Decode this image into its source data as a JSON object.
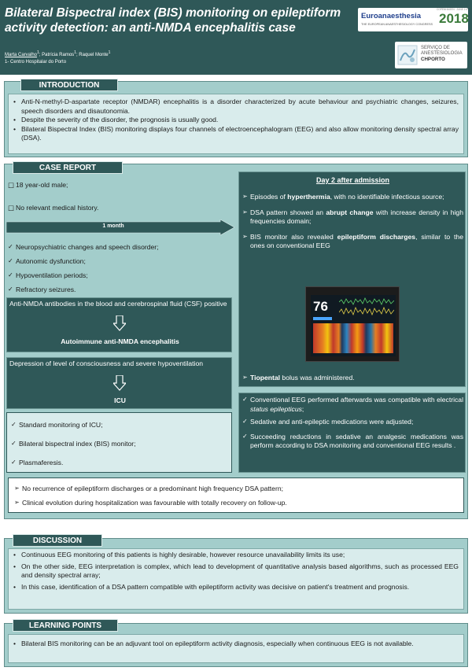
{
  "header": {
    "title": "Bilateral Bispectral index (BIS) monitoring on epileptiform activity detection: an anti-NMDA encephalitis case",
    "authors": [
      {
        "name": "Marta Carvalho",
        "sup": "1"
      },
      {
        "name": "Patrícia Ramos",
        "sup": "1"
      },
      {
        "name": "Raquel Monte",
        "sup": "1"
      }
    ],
    "author_separator": "; ",
    "affiliation": "1- Centro Hospitalar do Porto",
    "logo_euroanaesthesia": {
      "name": "Euroanaesthesia",
      "year": "2018",
      "tagline": "THE EUROPEAN ANAESTHESIOLOGY CONGRESS",
      "top_text": "COPENHAGEN · JUNE 2-4"
    },
    "logo_service": {
      "line1": "SERVIÇO DE",
      "line2": "ANESTESIOLOGIA",
      "org": "CHPORTO"
    }
  },
  "introduction": {
    "heading": "INTRODUCTION",
    "items": [
      "Anti-N-methyl-D-aspartate receptor (NMDAR) encephalitis is a disorder characterized by acute behaviour and psychiatric changes, seizures, speech disorders and disautonomia.",
      "Despite the severity of the disorder, the prognosis is usually good.",
      "Bilateral Bispectral Index (BIS) monitoring displays four channels of electroencephalogram (EEG) and also allow monitoring density spectral array (DSA)."
    ]
  },
  "case_report": {
    "heading": "CASE REPORT",
    "history": [
      "18 year-old male;",
      "No relevant medical history."
    ],
    "timeline_label": "1 month",
    "symptoms": [
      "Neuropsychiatric changes and speech disorder;",
      "Autonomic dysfunction;",
      "Hypoventilation periods;",
      "Refractory seizures."
    ],
    "antibodies_text": "Anti-NMDA antibodies in the blood and cerebrospinal fluid (CSF) positive",
    "antibodies_result": "Autoimmune anti-NMDA encephalitis",
    "consciousness_text": "Depression of level of consciousness and severe hypoventilation",
    "consciousness_result": "ICU",
    "icu_items": [
      "Standard monitoring of ICU;",
      "Bilateral bispectral index (BIS) monitor;",
      "Plasmaferesis."
    ],
    "day2": {
      "heading": "Day 2 after admission",
      "item1_pre": "Episodes of ",
      "item1_bold": "hyperthermia",
      "item1_post": ", with no identifiable infectious source;",
      "item2_pre": "DSA pattern showed an ",
      "item2_bold": "abrupt change",
      "item2_post": " with increase density in high frequencies domain;",
      "item3_pre": "BIS monitor also revealed ",
      "item3_bold": "epileptiform discharges",
      "item3_post": ", similar to the ones on conventional EEG",
      "monitor_value": "76",
      "item4_bold": "Tiopental",
      "item4_post": " bolus was administered."
    },
    "after": {
      "item1_pre": "Conventional EEG performed afterwards was compatible with electrical ",
      "item1_italic": "status epilepticus",
      "item1_post": ";",
      "item2": "Sedative and anti-epileptic medications were adjusted;",
      "item3": "Succeeding reductions in sedative an analgesic medications was perform according to DSA monitoring and conventional EEG results ."
    },
    "outcome": [
      "No recurrence of epileptiform discharges or a predominant high frequency DSA pattern;",
      "Clinical evolution during hospitalization was favourable with totally recovery on follow-up."
    ]
  },
  "discussion": {
    "heading": "DISCUSSION",
    "items": [
      "Continuous EEG monitoring of this patients is highly desirable, however resource unavailability limits its use;",
      "On the other side, EEG interpretation is complex, which lead to development of quantitative analysis based algorithms, such as processed EEG and density spectral array;",
      "In this case, identification of a DSA pattern compatible with epileptiform activity was decisive on patient's treatment and prognosis."
    ]
  },
  "learning_points": {
    "heading": "LEARNING POINTS",
    "items": [
      "Bilateral BIS monitoring can be an adjuvant tool on epileptiform activity diagnosis, especially when continuous EEG is not available."
    ]
  },
  "colors": {
    "header_bg": "#2f5858",
    "panel_bg": "#a3cdcb",
    "box_bg": "#d9ecec",
    "white": "#ffffff"
  }
}
